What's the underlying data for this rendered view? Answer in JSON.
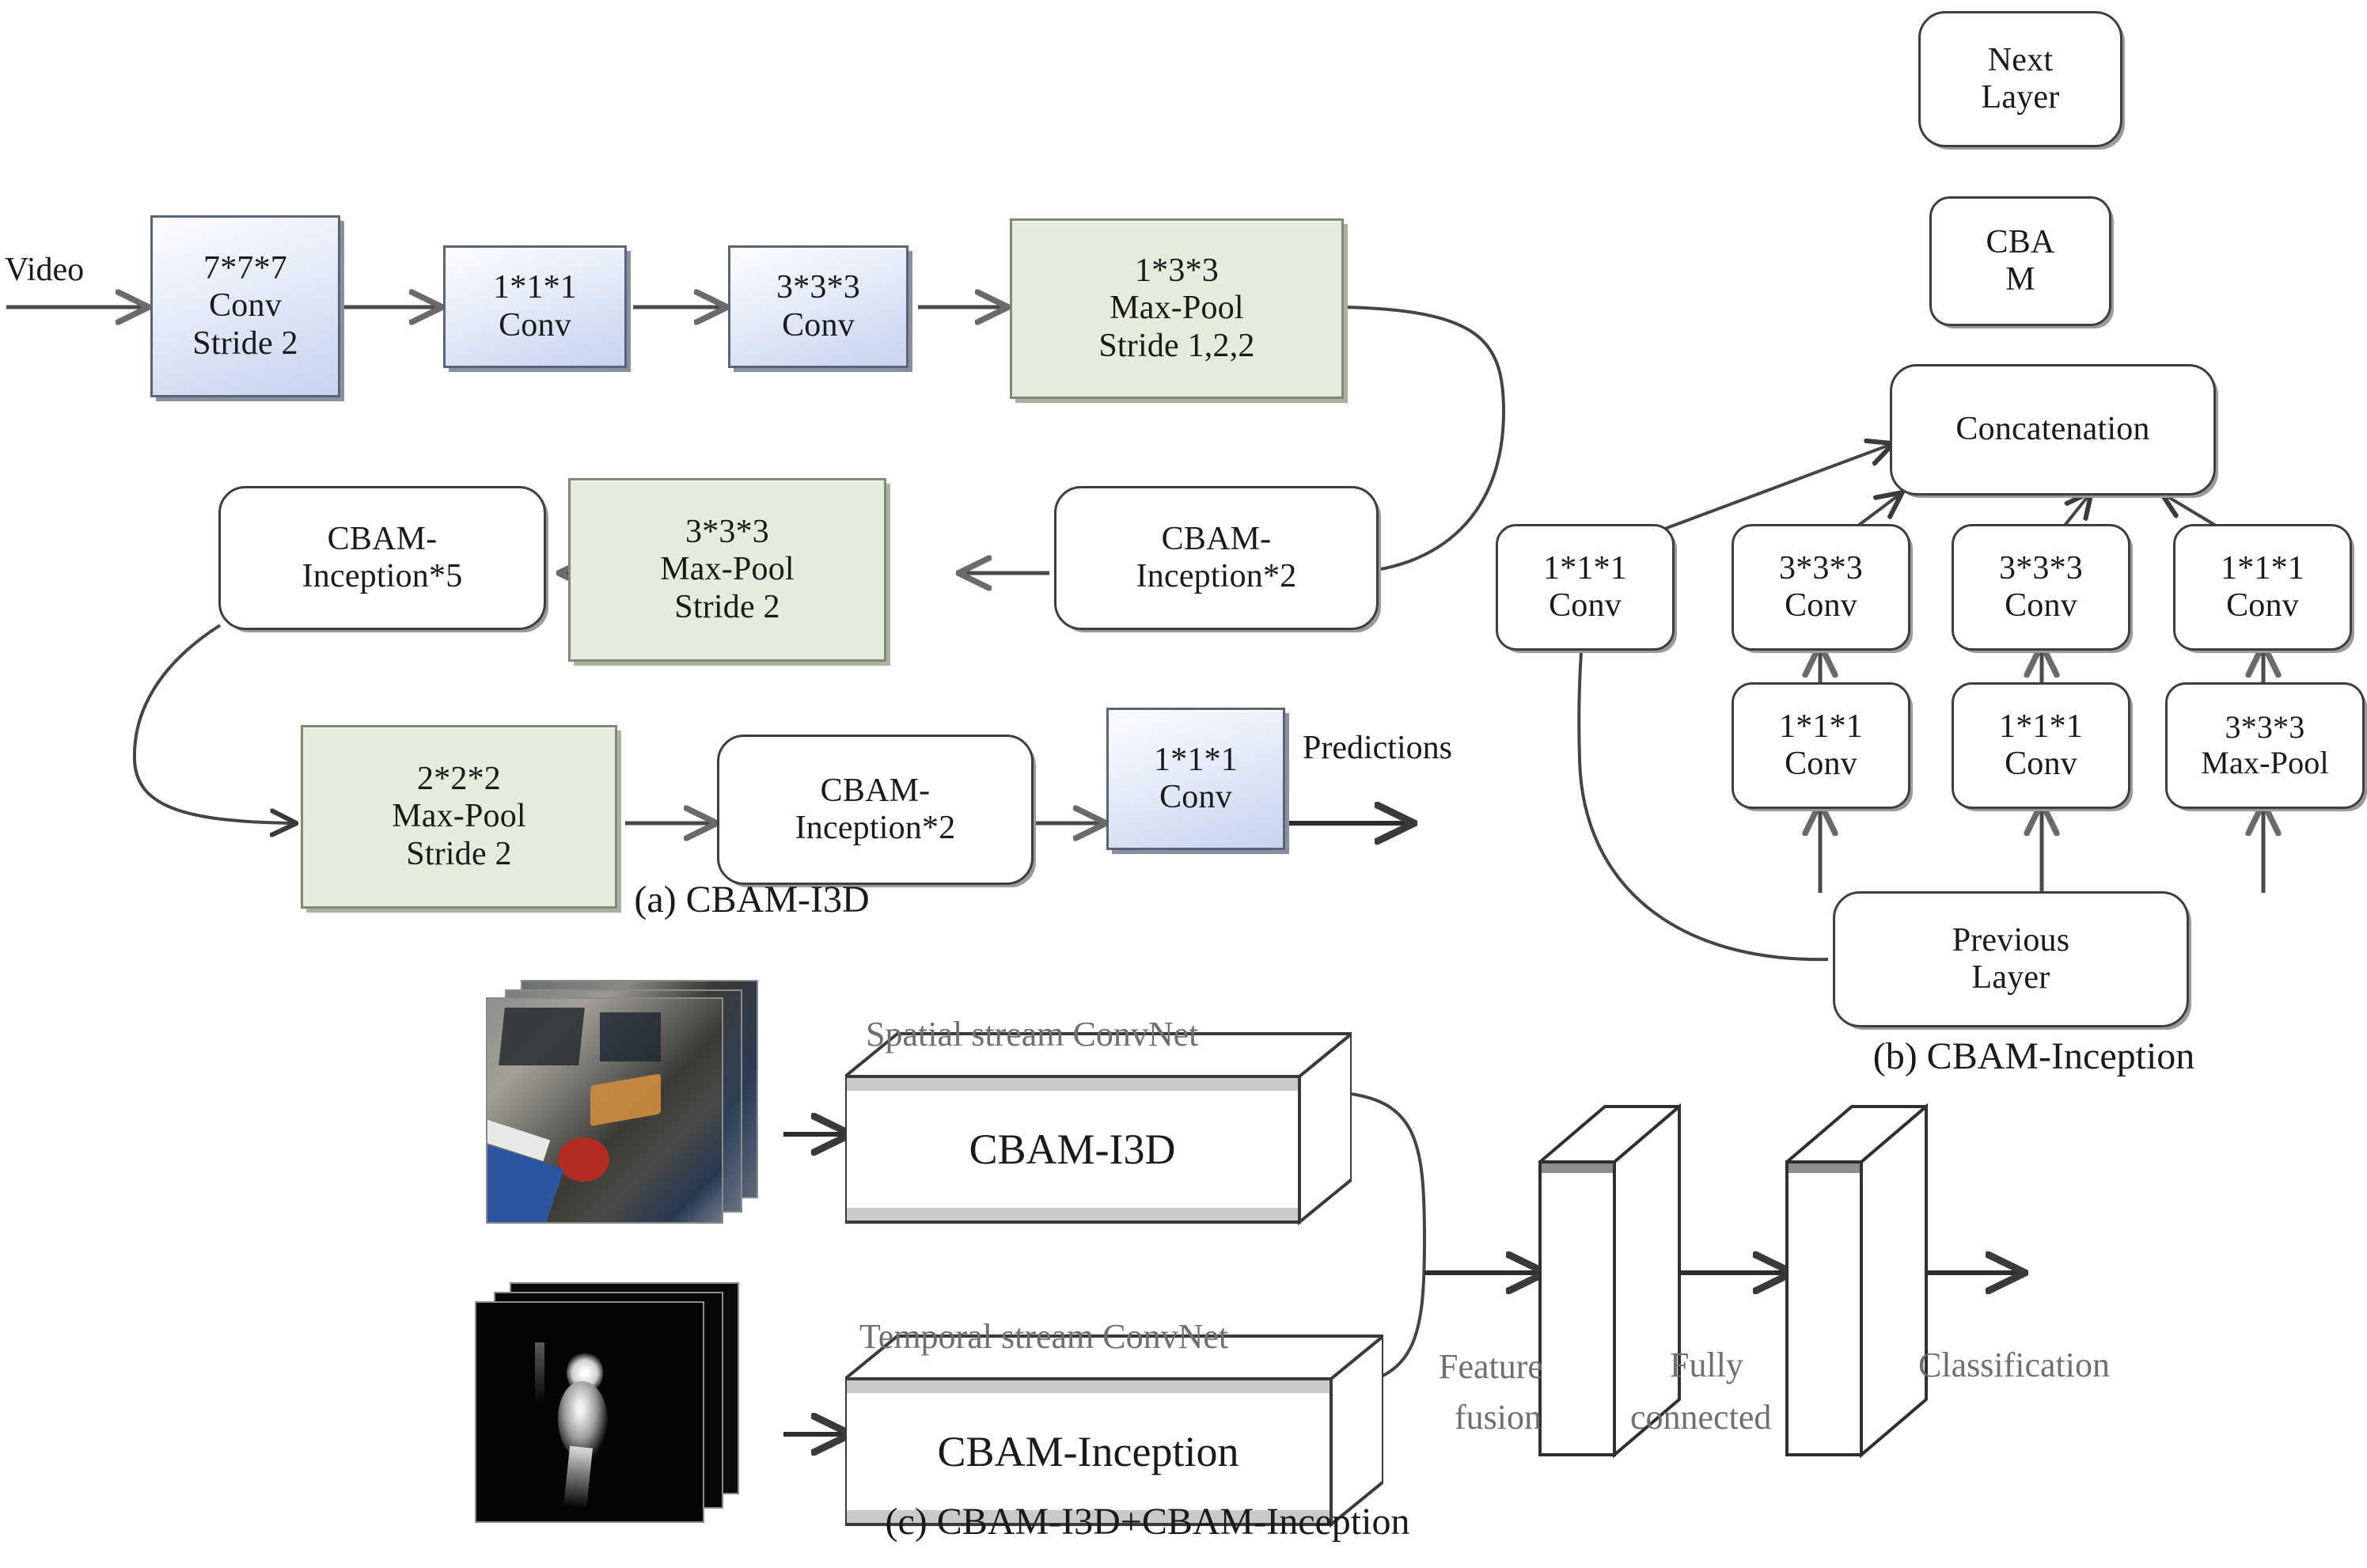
{
  "figure": {
    "captions": {
      "a": "(a) CBAM-I3D",
      "b": "(b) CBAM-Inception",
      "c": "(c) CBAM-I3D+CBAM-Inception"
    }
  },
  "panel_a": {
    "input_label": "Video",
    "output_label": "Predictions",
    "nodes": [
      {
        "id": "conv777",
        "kind": "blue",
        "lines": [
          "7*7*7",
          "Conv",
          "Stride 2"
        ]
      },
      {
        "id": "conv111a",
        "kind": "blue",
        "lines": [
          "1*1*1",
          "Conv"
        ]
      },
      {
        "id": "conv333",
        "kind": "blue",
        "lines": [
          "3*3*3",
          "Conv"
        ]
      },
      {
        "id": "pool133",
        "kind": "green",
        "lines": [
          "1*3*3",
          "Max-Pool",
          "Stride 1,2,2"
        ]
      },
      {
        "id": "incep2a",
        "kind": "white",
        "lines": [
          "CBAM-",
          "Inception*2"
        ]
      },
      {
        "id": "pool333",
        "kind": "green",
        "lines": [
          "3*3*3",
          "Max-Pool",
          "Stride 2"
        ]
      },
      {
        "id": "incep5",
        "kind": "white",
        "lines": [
          "CBAM-",
          "Inception*5"
        ]
      },
      {
        "id": "pool222",
        "kind": "green",
        "lines": [
          "2*2*2",
          "Max-Pool",
          "Stride 2"
        ]
      },
      {
        "id": "incep2b",
        "kind": "white",
        "lines": [
          "CBAM-",
          "Inception*2"
        ]
      },
      {
        "id": "conv111b",
        "kind": "blue",
        "lines": [
          "1*1*1",
          "Conv"
        ]
      }
    ]
  },
  "panel_b": {
    "nodes": [
      {
        "id": "next",
        "lines": [
          "Next",
          "Layer"
        ]
      },
      {
        "id": "cbam",
        "lines": [
          "CBA",
          "M"
        ]
      },
      {
        "id": "concat",
        "lines": [
          "Concatenation"
        ]
      },
      {
        "id": "b_c1",
        "lines": [
          "1*1*1",
          "Conv"
        ]
      },
      {
        "id": "b_c2",
        "lines": [
          "3*3*3",
          "Conv"
        ]
      },
      {
        "id": "b_c3",
        "lines": [
          "3*3*3",
          "Conv"
        ]
      },
      {
        "id": "b_c4",
        "lines": [
          "1*1*1",
          "Conv"
        ]
      },
      {
        "id": "b_r1",
        "lines": [
          "1*1*1",
          "Conv"
        ]
      },
      {
        "id": "b_r2",
        "lines": [
          "1*1*1",
          "Conv"
        ]
      },
      {
        "id": "b_r3",
        "lines": [
          "3*3*3",
          "Max-Pool"
        ]
      },
      {
        "id": "prev",
        "lines": [
          "Previous",
          "Layer"
        ]
      }
    ]
  },
  "panel_c": {
    "spatial_stream_label": "Spatial stream ConvNet",
    "spatial_box_label": "CBAM-I3D",
    "temporal_stream_label": "Temporal stream ConvNet",
    "temporal_box_label": "CBAM-Inception",
    "fusion_label_line1": "Feature",
    "fusion_label_line2": "fusion",
    "fc_label_line1": "Fully",
    "fc_label_line2": "connected",
    "classification_label": "Classification"
  },
  "colors": {
    "conv_fill": "#dbe4f5",
    "pool_fill": "#e4ecdb",
    "node_border": "#3e3e3e",
    "wire": "#5a5a5a",
    "grey_text": "#6f6f6f"
  }
}
